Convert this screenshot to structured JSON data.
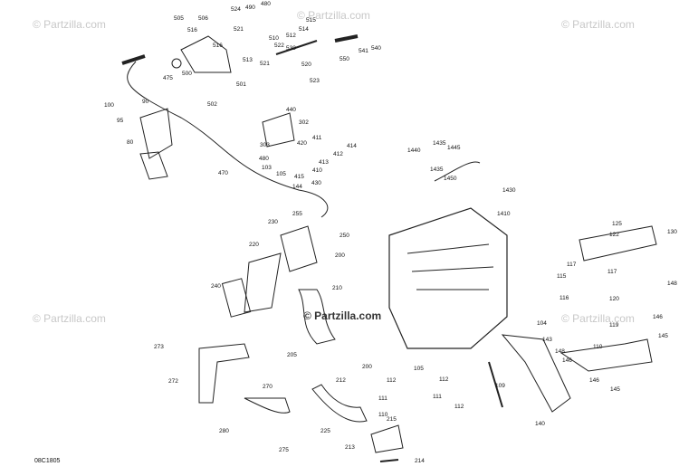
{
  "diagram": {
    "reference_code": "08C1805",
    "watermark": "© Partzilla.com",
    "callouts": [
      "505",
      "506",
      "524",
      "490",
      "480",
      "516",
      "515",
      "514",
      "512",
      "521",
      "510",
      "522",
      "530",
      "513",
      "521",
      "520",
      "550",
      "541",
      "540",
      "500",
      "475",
      "516",
      "501",
      "502",
      "523",
      "440",
      "302",
      "90",
      "100",
      "95",
      "80",
      "303",
      "420",
      "411",
      "414",
      "412",
      "413",
      "410",
      "480",
      "415",
      "103",
      "105",
      "430",
      "144",
      "1440",
      "1435",
      "1445",
      "1435",
      "1450",
      "1430",
      "470",
      "1410",
      "255",
      "250",
      "230",
      "200",
      "220",
      "240",
      "210",
      "273",
      "205",
      "200",
      "212",
      "272",
      "270",
      "280",
      "275",
      "225",
      "213",
      "215",
      "214",
      "112",
      "111",
      "105",
      "112",
      "111",
      "112",
      "110",
      "104",
      "143",
      "109",
      "140",
      "148",
      "146",
      "146",
      "145",
      "110",
      "125",
      "130",
      "122",
      "117",
      "117",
      "115",
      "116",
      "120",
      "119",
      "148",
      "145",
      "146"
    ]
  }
}
